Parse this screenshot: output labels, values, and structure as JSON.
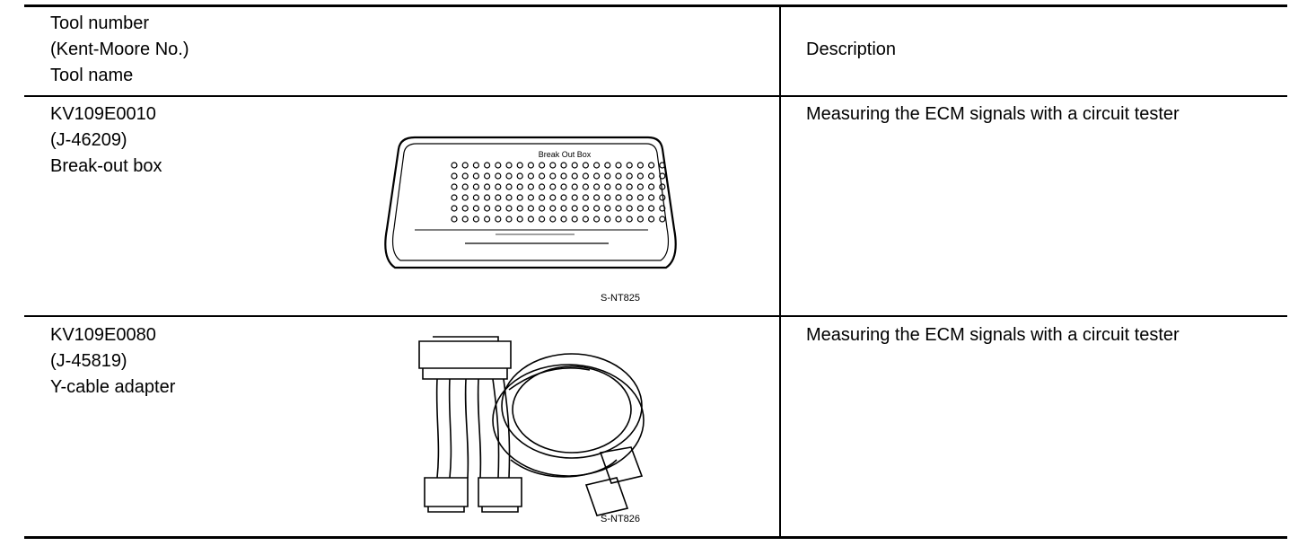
{
  "header": {
    "tool_col_lines": [
      "Tool number",
      "(Kent-Moore No.)",
      "Tool name"
    ],
    "description_label": "Description"
  },
  "rows": [
    {
      "tool_number": "KV109E0010",
      "kent_moore": "(J-46209)",
      "tool_name": "Break-out box",
      "description": "Measuring the ECM signals with a circuit tester",
      "figure_code": "S-NT825",
      "figure_text": "Break Out Box",
      "figure_icon": "break-out-box-illustration"
    },
    {
      "tool_number": "KV109E0080",
      "kent_moore": "(J-45819)",
      "tool_name": "Y-cable adapter",
      "description": "Measuring the ECM signals with a circuit tester",
      "figure_code": "S-NT826",
      "figure_icon": "y-cable-adapter-illustration"
    }
  ]
}
